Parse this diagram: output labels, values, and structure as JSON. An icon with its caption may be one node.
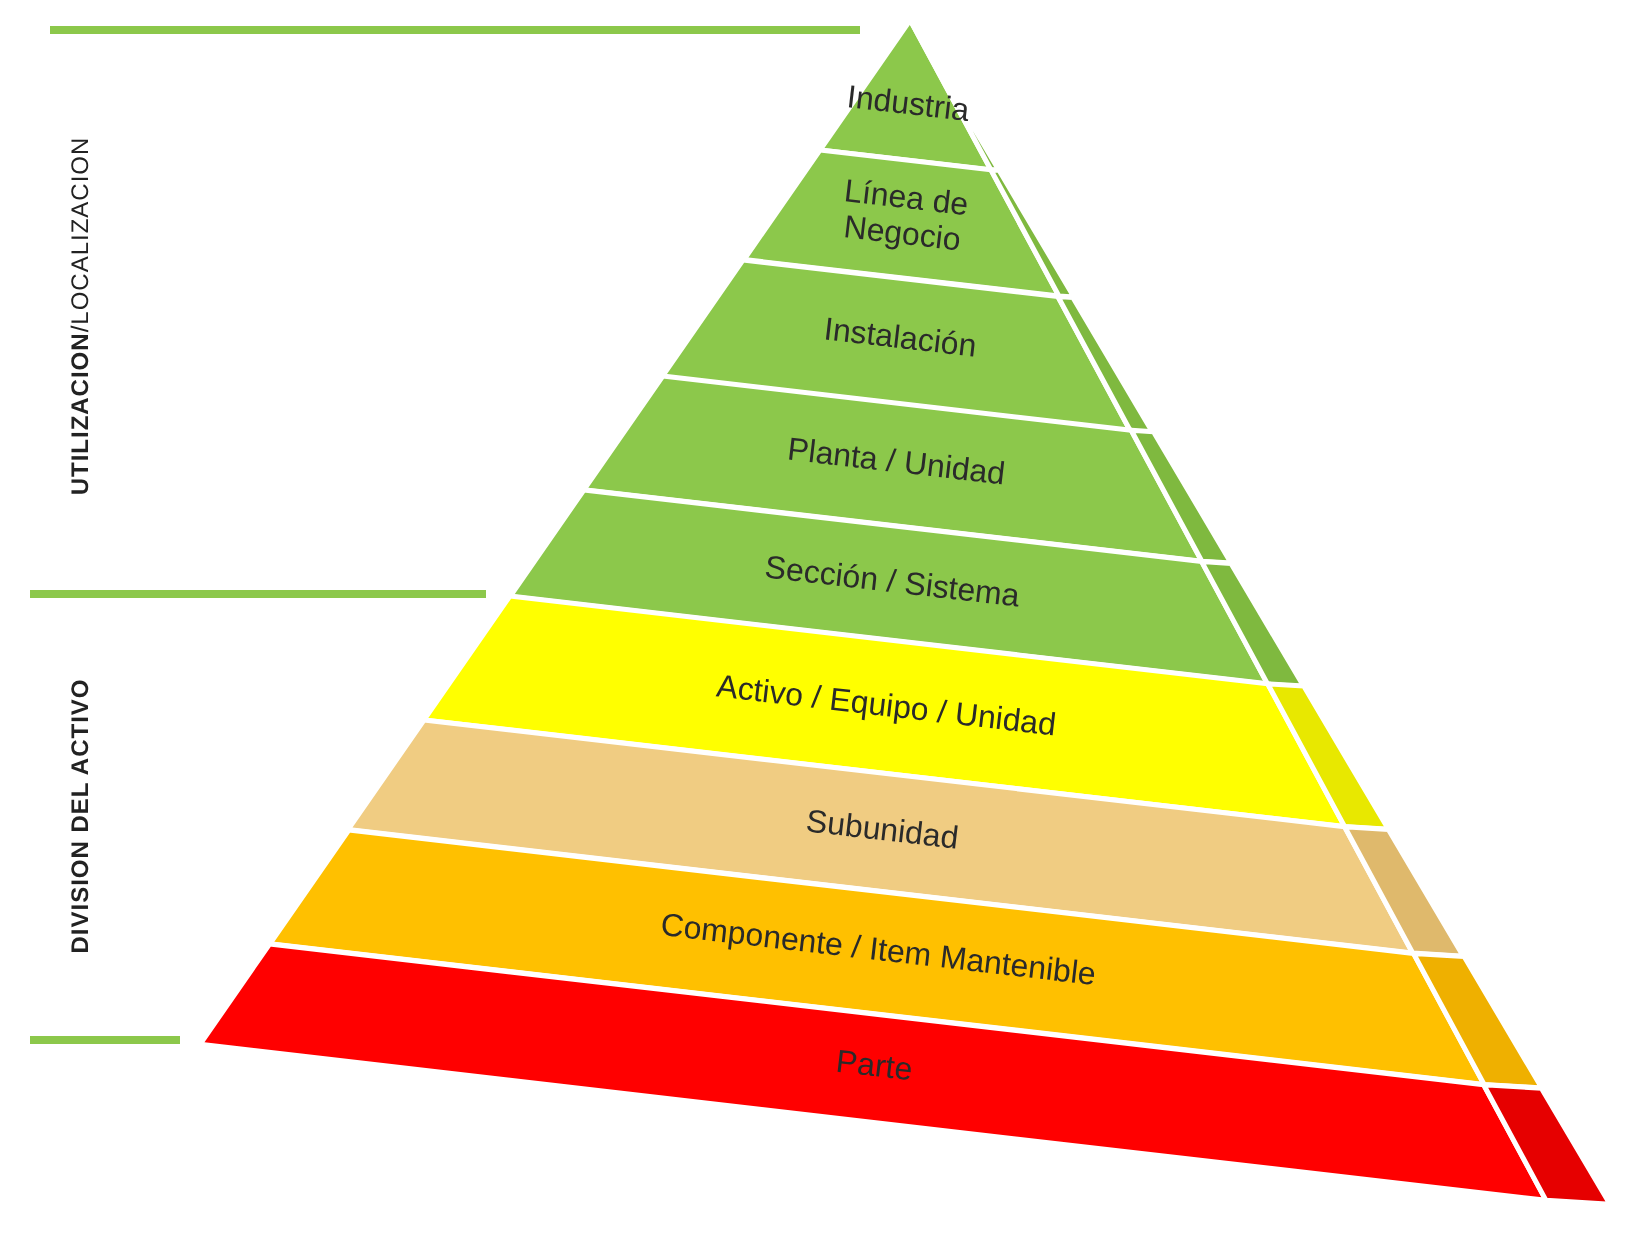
{
  "diagram": {
    "nodes": [
      {
        "text": [
          "Industria"
        ]
      },
      {
        "text": [
          "Línea de Negocio"
        ]
      },
      {
        "text": [
          "Instalación"
        ]
      },
      {
        "text": [
          "Planta / Unidad"
        ]
      },
      {
        "text": [
          "Sección / Sistema"
        ]
      },
      {
        "text": [
          "Activo / Equipo / Unidad"
        ]
      },
      {
        "text": [
          "Subunidad"
        ]
      },
      {
        "text": [
          "Componente / Item Mantenible"
        ]
      },
      {
        "text": [
          "Parte"
        ]
      }
    ],
    "edges": [],
    "labels": [
      "**UTILIZACION**/LOCALIZACION",
      "DIVISION DEL ACTIVO"
    ]
  }
}
